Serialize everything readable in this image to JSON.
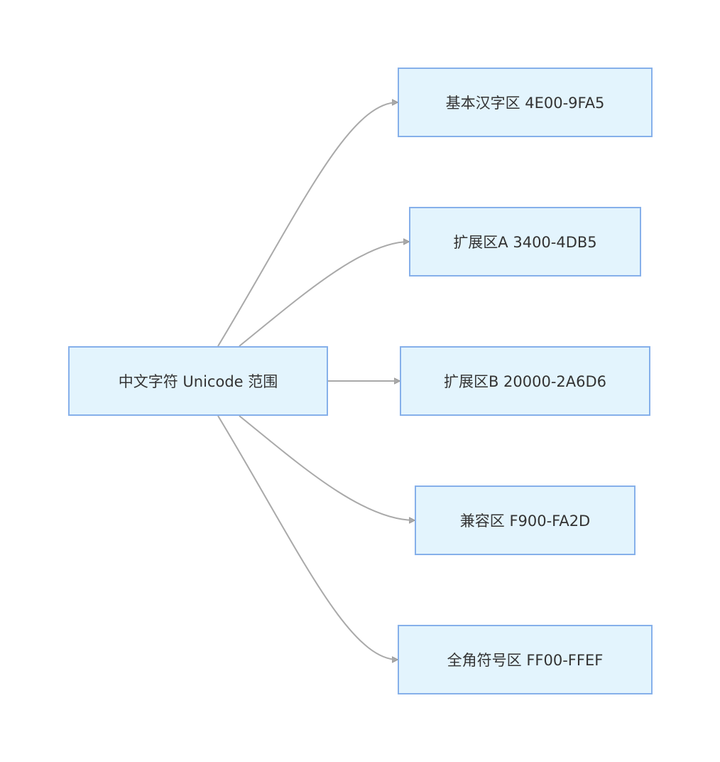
{
  "root": {
    "label": "中文字符 Unicode 范围"
  },
  "ranges": [
    {
      "label": "基本汉字区 4E00-9FA5"
    },
    {
      "label": "扩展区A 3400-4DB5"
    },
    {
      "label": "扩展区B 20000-2A6D6"
    },
    {
      "label": "兼容区 F900-FA2D"
    },
    {
      "label": "全角符号区 FF00-FFEF"
    }
  ],
  "colors": {
    "node_fill": "#e3f4fd",
    "node_border": "#86b0ea",
    "edge": "#a9a9a9",
    "text": "#333333"
  }
}
